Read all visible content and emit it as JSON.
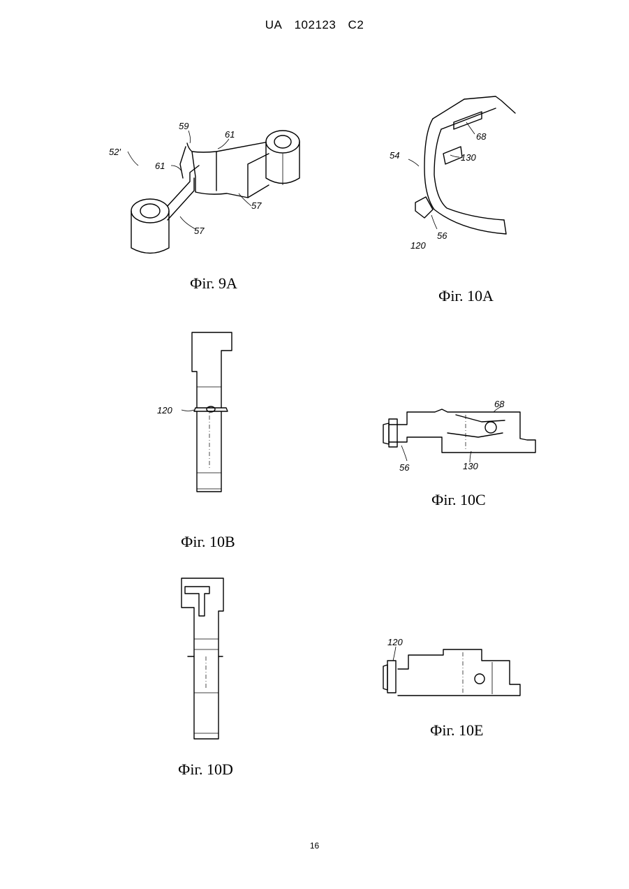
{
  "header": {
    "country": "UA",
    "number": "102123",
    "kind": "C2"
  },
  "page_number": "16",
  "figures": {
    "fig9a": {
      "caption": "Фіг. 9А",
      "labels": {
        "l52": "52′",
        "l59": "59",
        "l61a": "61",
        "l61b": "61",
        "l57a": "57",
        "l57b": "57"
      }
    },
    "fig10a": {
      "caption": "Фіг. 10А",
      "labels": {
        "l54": "54",
        "l68": "68",
        "l130": "130",
        "l120": "120",
        "l56": "56"
      }
    },
    "fig10b": {
      "caption": "Фіг. 10В",
      "labels": {
        "l120": "120"
      }
    },
    "fig10c": {
      "caption": "Фіг. 10С",
      "labels": {
        "l68": "68",
        "l56": "56",
        "l130": "130"
      }
    },
    "fig10d": {
      "caption": "Фіг. 10D"
    },
    "fig10e": {
      "caption": "Фіг. 10Е",
      "labels": {
        "l120": "120"
      }
    }
  }
}
